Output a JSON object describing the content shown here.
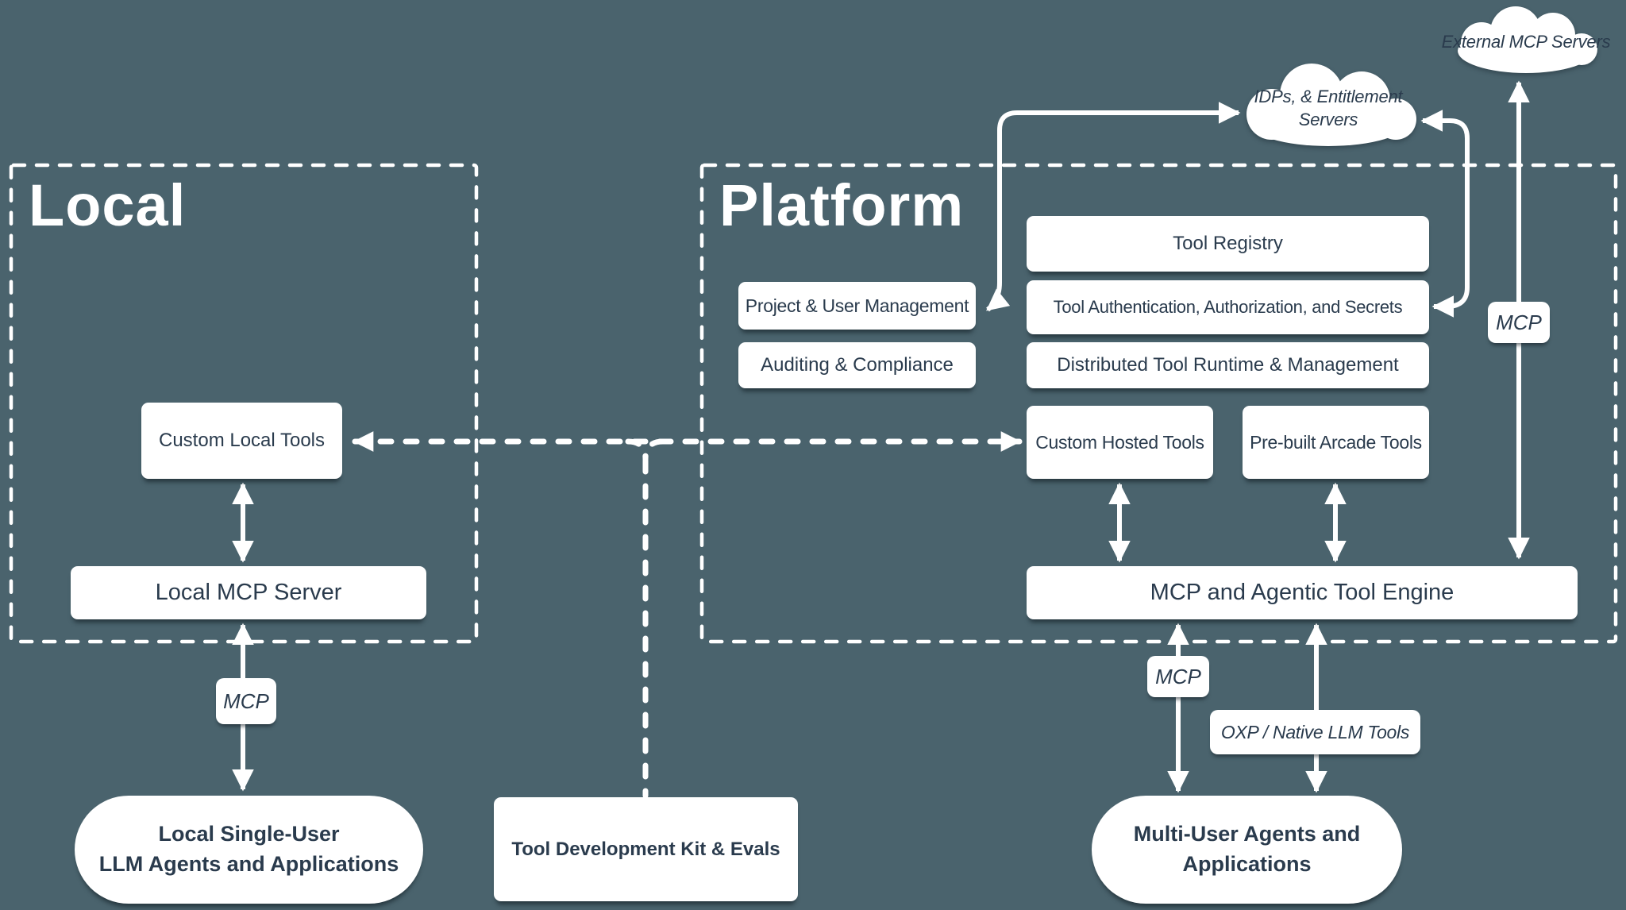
{
  "colors": {
    "background": "#4a636d",
    "box_fill": "#ffffff",
    "text_dark": "#2a3b4d",
    "line_white": "#ffffff"
  },
  "regions": {
    "local": {
      "title": "Local"
    },
    "platform": {
      "title": "Platform"
    }
  },
  "clouds": {
    "external": {
      "lines": [
        "External MCP Servers"
      ]
    },
    "idps": {
      "lines": [
        "IDPs, & Entitlement",
        "Servers"
      ]
    }
  },
  "nodes": {
    "custom_local_tools": {
      "label": "Custom Local Tools"
    },
    "local_mcp_server": {
      "label": "Local MCP Server"
    },
    "tool_registry": {
      "label": "Tool Registry"
    },
    "tool_auth": {
      "label": "Tool Authentication, Authorization, and Secrets"
    },
    "project_user_mgmt": {
      "label": "Project & User Management"
    },
    "auditing": {
      "label": "Auditing & Compliance"
    },
    "distributed_runtime": {
      "label": "Distributed Tool Runtime & Management"
    },
    "custom_hosted_tools": {
      "label": "Custom Hosted Tools"
    },
    "prebuilt_arcade_tools": {
      "label": "Pre-built Arcade Tools"
    },
    "tool_engine": {
      "label": "MCP and Agentic Tool Engine"
    },
    "tdk": {
      "label": "Tool Development Kit & Evals"
    },
    "local_agents": {
      "lines": [
        "Local Single-User",
        "LLM Agents and Applications"
      ]
    },
    "multi_agents": {
      "lines": [
        "Multi-User Agents and",
        "Applications"
      ]
    }
  },
  "edge_labels": {
    "mcp_local": "MCP",
    "mcp_external": "MCP",
    "mcp_engine": "MCP",
    "oxp": "OXP / Native LLM Tools"
  }
}
